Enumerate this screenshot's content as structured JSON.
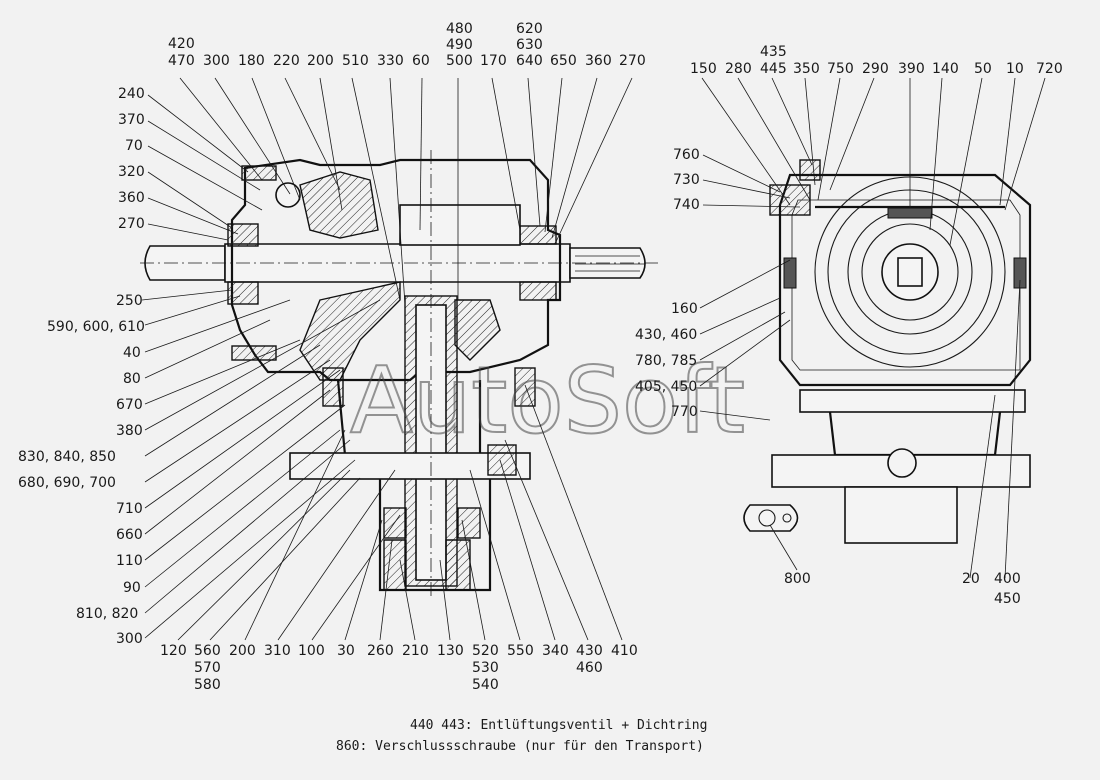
{
  "watermark": "AutoSoft",
  "notes": {
    "line1": "440 443: Entlüftungsventil + Dichtring",
    "line2": "860: Verschlussschraube (nur für den Transport)"
  },
  "left_view": {
    "top_labels": [
      "420",
      "470",
      "300",
      "180",
      "220",
      "200",
      "510",
      "330",
      "60",
      "480",
      "490",
      "500",
      "170",
      "620",
      "630",
      "640",
      "650",
      "360",
      "270"
    ],
    "left_labels": [
      "240",
      "370",
      "70",
      "320",
      "360",
      "270",
      "250",
      "590, 600, 610",
      "40",
      "80",
      "670",
      "380",
      "830, 840, 850",
      "680, 690, 700",
      "710",
      "660",
      "110",
      "90",
      "810, 820",
      "300"
    ],
    "bottom_labels": [
      "120",
      "560",
      "570",
      "580",
      "200",
      "310",
      "100",
      "30",
      "260",
      "210",
      "130",
      "520",
      "530",
      "540",
      "550",
      "340",
      "430",
      "460",
      "410"
    ]
  },
  "right_view": {
    "top_labels": [
      "435",
      "445",
      "150",
      "280",
      "350",
      "750",
      "290",
      "390",
      "140",
      "50",
      "10",
      "720"
    ],
    "left_labels": [
      "760",
      "730",
      "740",
      "160",
      "430, 460",
      "780, 785",
      "405, 450",
      "770"
    ],
    "bottom_labels": [
      "800",
      "20",
      "400",
      "450"
    ]
  }
}
